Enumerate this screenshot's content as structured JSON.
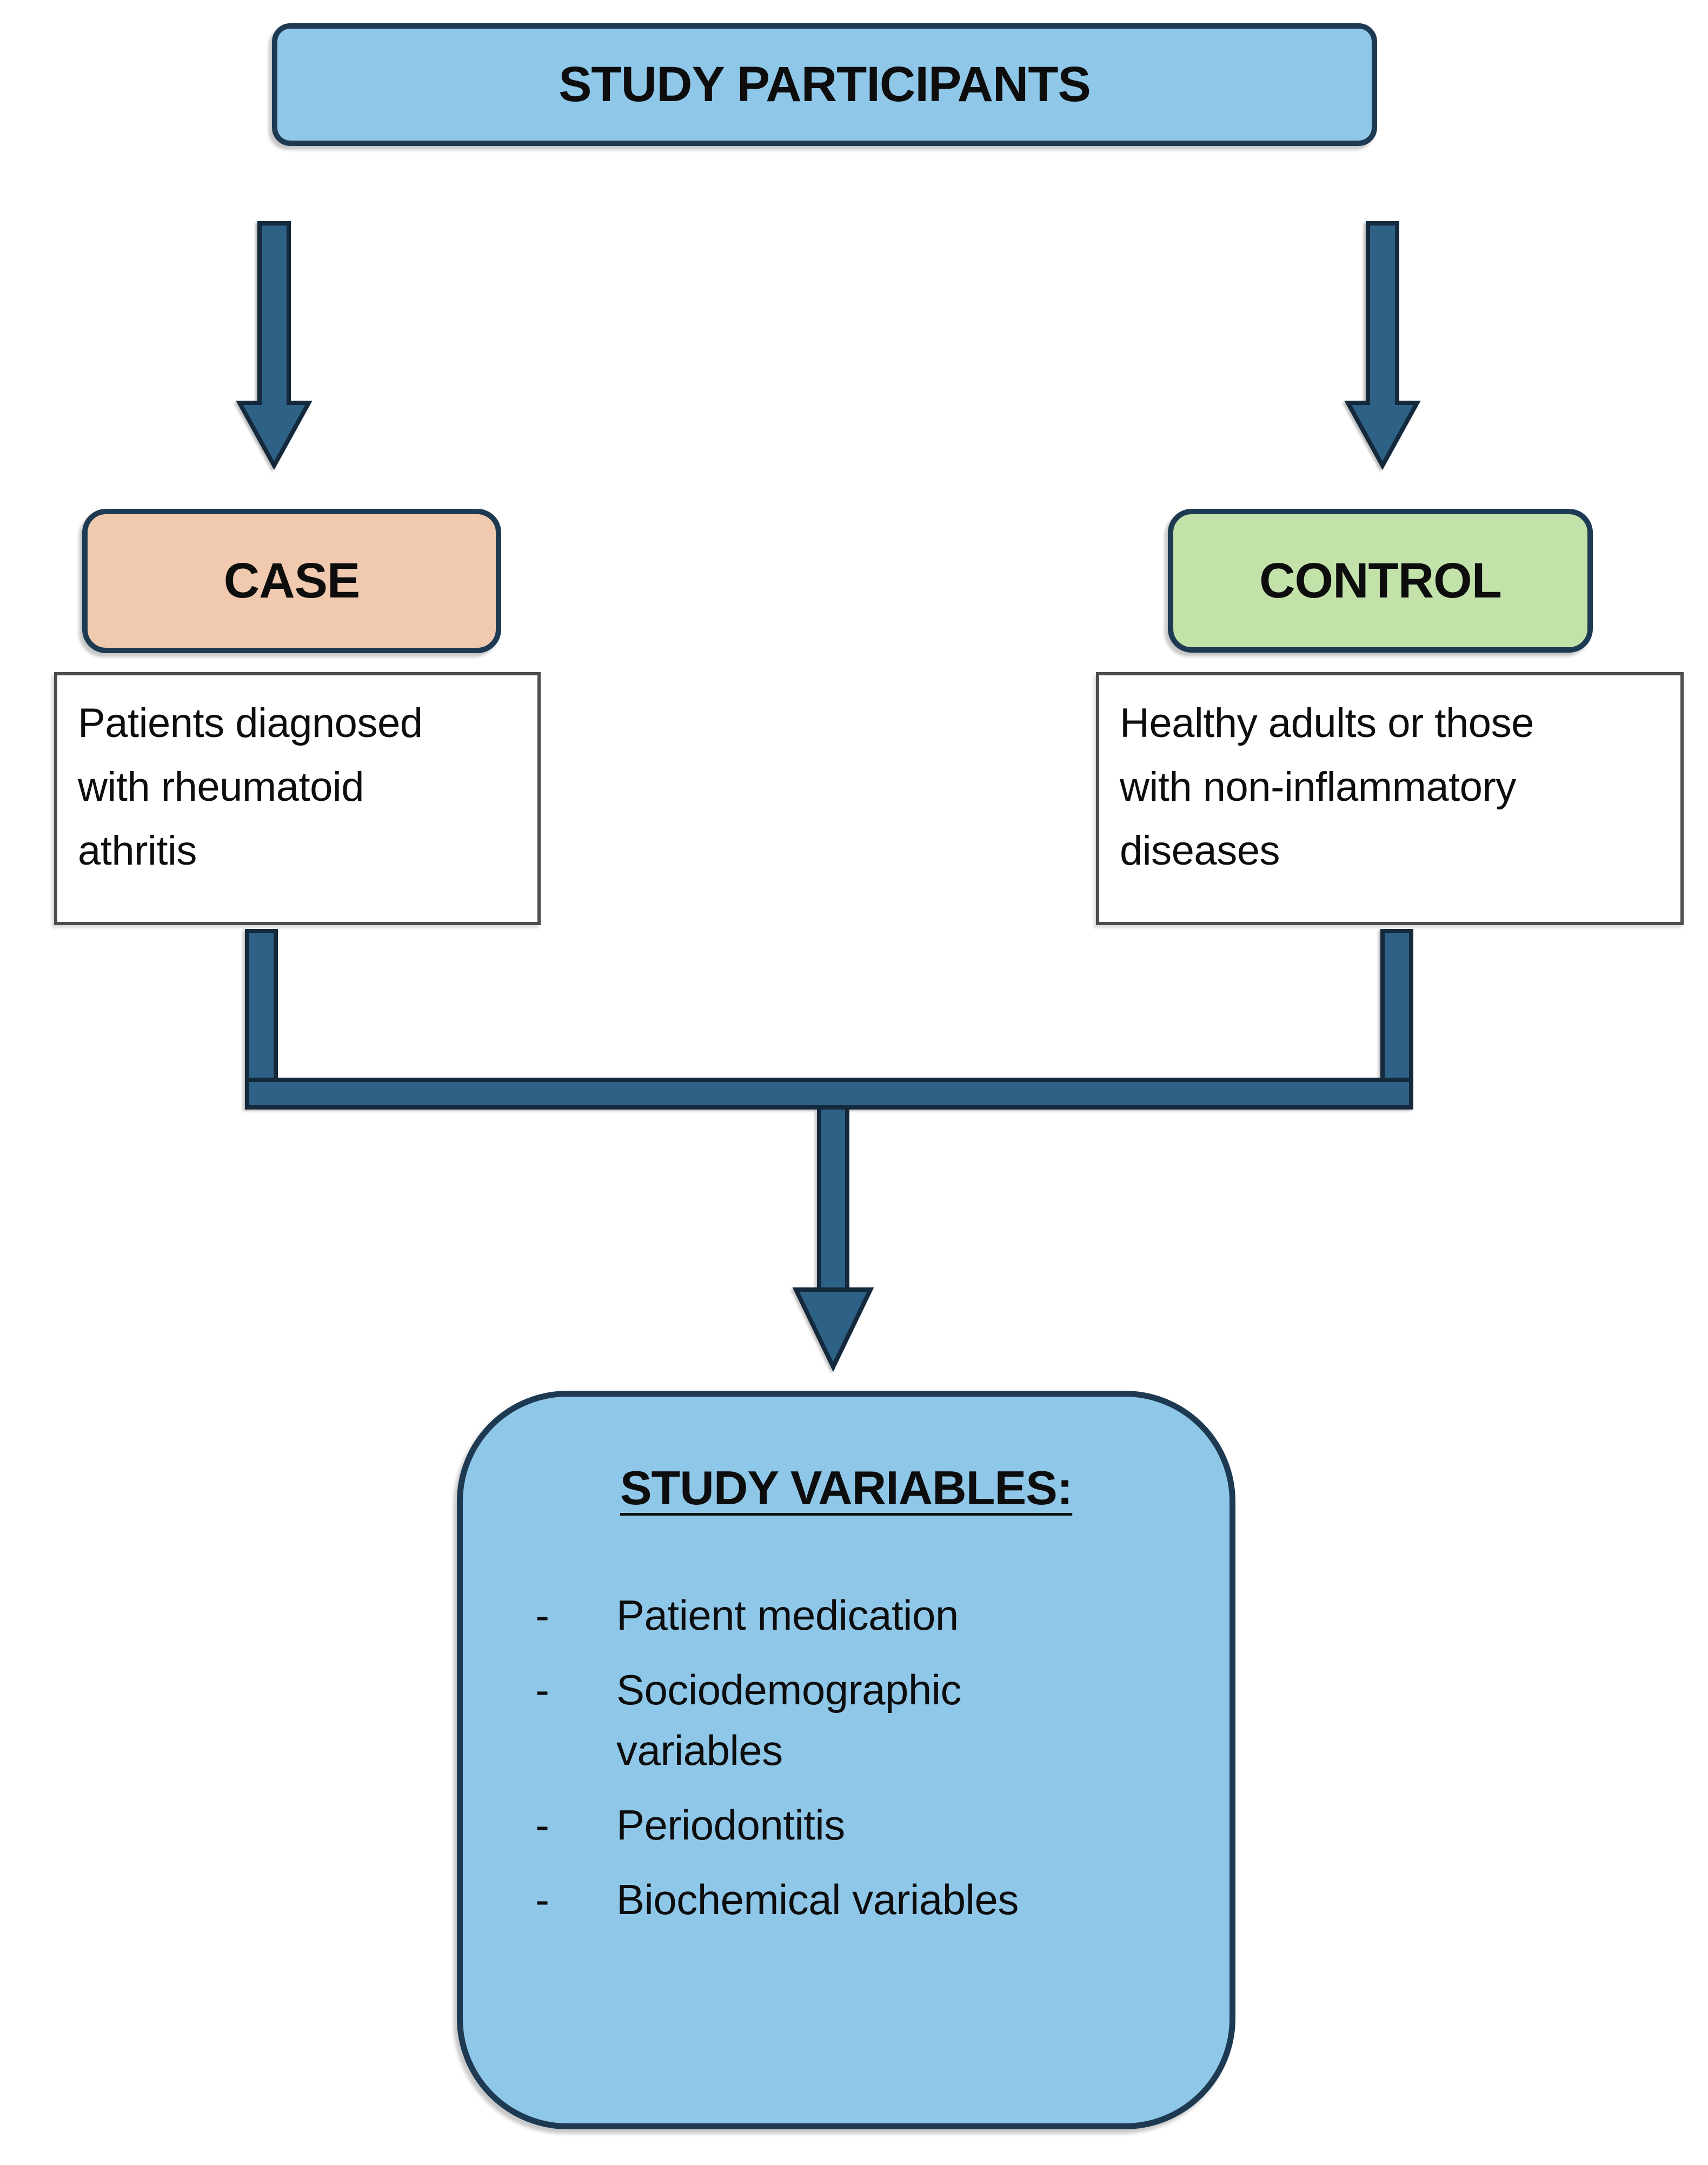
{
  "diagram": {
    "participants": {
      "label": "STUDY PARTICIPANTS"
    },
    "case": {
      "label": "CASE",
      "lines": [
        "Patients diagnosed",
        "with rheumatoid",
        "athritis"
      ]
    },
    "control": {
      "label": "CONTROL",
      "lines": [
        "Healthy adults or those",
        "with non-inflammatory",
        "diseases"
      ]
    },
    "variables": {
      "title": "STUDY VARIABLES:",
      "bullet": "-",
      "items": [
        "Patient medication",
        "Sociodemographic variables",
        "Periodontitis",
        "Biochemical variables"
      ]
    },
    "colors": {
      "box_blue": "#8FC7E9",
      "box_peach": "#F0C9AE",
      "box_green": "#C2E2AA",
      "arrow_fill": "#2E6186",
      "border_navy": "#1E3A52",
      "arrow_outline": "#14293C",
      "desc_border": "#4D4D4D",
      "text": "#0D0D0D",
      "background": "#FFFFFF"
    }
  }
}
